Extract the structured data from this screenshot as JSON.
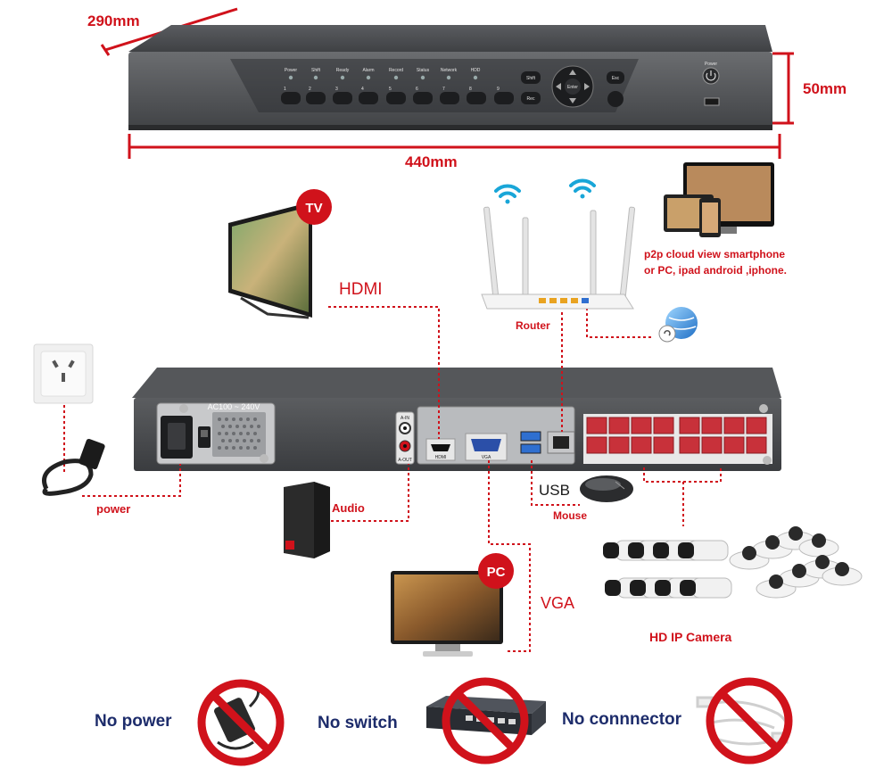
{
  "dimensions": {
    "depth": "290mm",
    "height": "50mm",
    "width": "440mm"
  },
  "front_panel": {
    "indicators": [
      "Power",
      "Shift",
      "Ready",
      "Alarm",
      "Record",
      "Status",
      "Network",
      "HDD"
    ],
    "buttons": [
      "1",
      "2",
      "3",
      "4",
      "5",
      "6",
      "7",
      "8",
      "9"
    ],
    "shift_label": "Shift",
    "esc_label": "Esc",
    "enter_label": "Enter",
    "rec_label": "Rec",
    "power_label": "Power"
  },
  "rear_panel": {
    "power_rating": "AC100 ~ 240V",
    "audio_in": "A-IN",
    "audio_out": "A-OUT",
    "hdmi_port": "HDMI",
    "vga_port": "VGA"
  },
  "connections": {
    "tv_badge": "TV",
    "hdmi": "HDMI",
    "router": "Router",
    "p2p_line1": "p2p cloud  view smartphone",
    "p2p_line2": "or PC, ipad android ,iphone.",
    "power": "power",
    "audio": "Audio",
    "usb": "USB",
    "mouse": "Mouse",
    "pc_badge": "PC",
    "vga": "VGA",
    "camera": "HD IP Camera"
  },
  "not_included": [
    {
      "label": "No power",
      "icon": "power-adapter-icon"
    },
    {
      "label": "No switch",
      "icon": "network-switch-icon"
    },
    {
      "label": "No connnector",
      "icon": "cable-connector-icon"
    }
  ],
  "colors": {
    "accent_red": "#d0121b",
    "label_navy": "#1d2c6b",
    "device_grey": "#4a4c50",
    "poe_red": "#c8313a"
  }
}
